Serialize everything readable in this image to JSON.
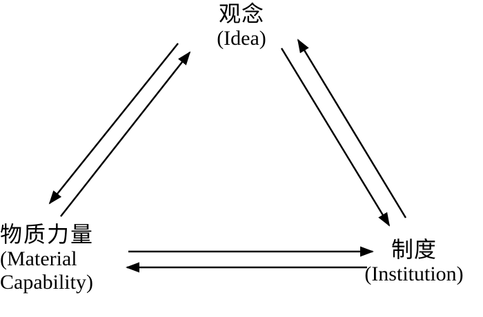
{
  "diagram": {
    "nodes": {
      "idea": {
        "zh": "观念",
        "en": "(Idea)"
      },
      "material": {
        "zh": "物质力量",
        "en_line1": "(Material",
        "en_line2": "Capability)"
      },
      "institution": {
        "zh": "制度",
        "en": "(Institution)"
      }
    },
    "edges": [
      {
        "from": "idea",
        "to": "material"
      },
      {
        "from": "material",
        "to": "idea"
      },
      {
        "from": "idea",
        "to": "institution"
      },
      {
        "from": "institution",
        "to": "idea"
      },
      {
        "from": "material",
        "to": "institution"
      },
      {
        "from": "institution",
        "to": "material"
      }
    ],
    "colors": {
      "stroke": "#000000",
      "background": "#ffffff"
    }
  }
}
